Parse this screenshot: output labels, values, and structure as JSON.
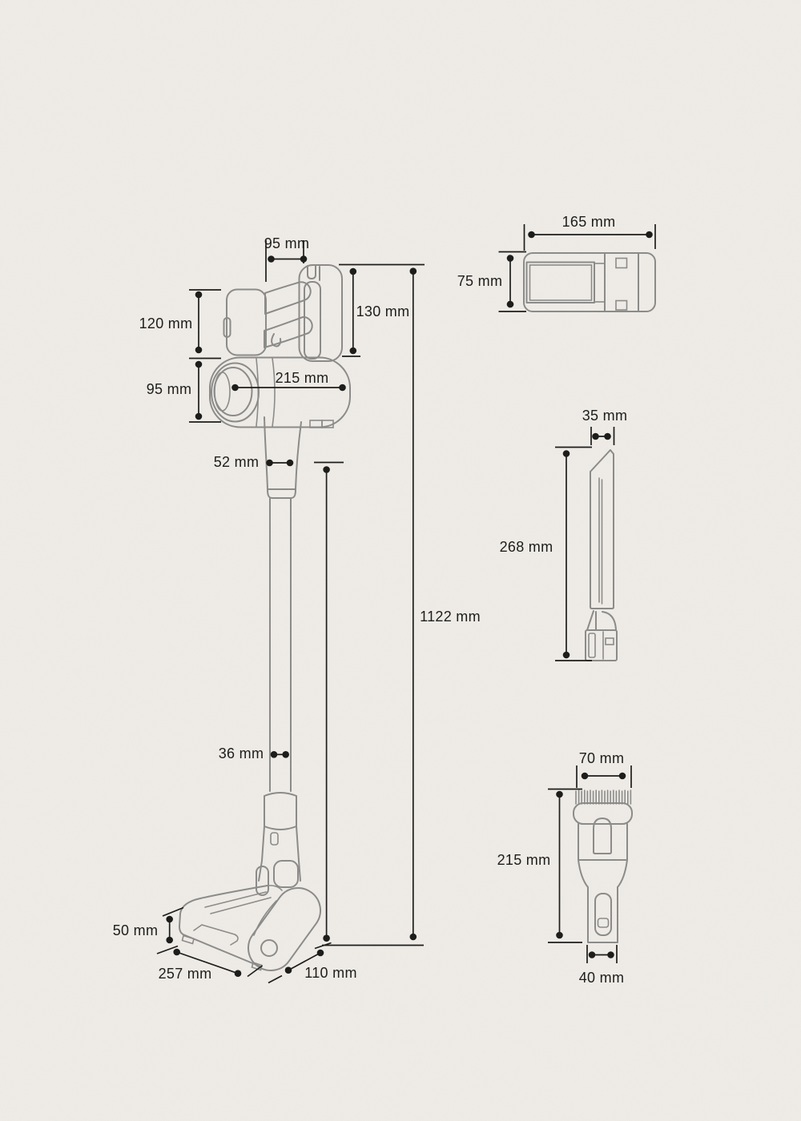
{
  "units": "mm",
  "colors": {
    "background": "#efece7",
    "drawing_line": "#8b8b89",
    "dimension_line": "#1d1d1b"
  },
  "dimensions": {
    "main_unit": {
      "handle_width": {
        "value": 95,
        "label": "95 mm"
      },
      "handle_height": {
        "value": 130,
        "label": "130 mm"
      },
      "motor_block_height": {
        "value": 120,
        "label": "120 mm"
      },
      "bin_diameter": {
        "value": 95,
        "label": "95 mm"
      },
      "body_length": {
        "value": 215,
        "label": "215 mm"
      },
      "neck_width": {
        "value": 52,
        "label": "52 mm"
      },
      "total_height": {
        "value": 1122,
        "label": "1122 mm"
      },
      "tube_diameter": {
        "value": 36,
        "label": "36 mm"
      },
      "head_height": {
        "value": 50,
        "label": "50 mm"
      },
      "head_width": {
        "value": 257,
        "label": "257 mm"
      },
      "head_depth": {
        "value": 110,
        "label": "110 mm"
      }
    },
    "charging_dock": {
      "width": {
        "value": 165,
        "label": "165 mm"
      },
      "depth": {
        "value": 75,
        "label": "75 mm"
      }
    },
    "crevice_tool": {
      "width": {
        "value": 35,
        "label": "35 mm"
      },
      "length": {
        "value": 268,
        "label": "268 mm"
      }
    },
    "brush_tool": {
      "width": {
        "value": 70,
        "label": "70 mm"
      },
      "length": {
        "value": 215,
        "label": "215 mm"
      },
      "connector_width": {
        "value": 40,
        "label": "40 mm"
      }
    }
  }
}
